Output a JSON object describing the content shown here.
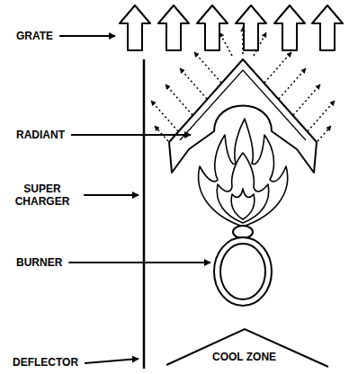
{
  "diagram": {
    "labels": [
      "GRATE",
      "RADIANT",
      "SUPER CHARGER",
      "BURNER",
      "DEFLECTOR",
      "COOL ZONE"
    ]
  }
}
